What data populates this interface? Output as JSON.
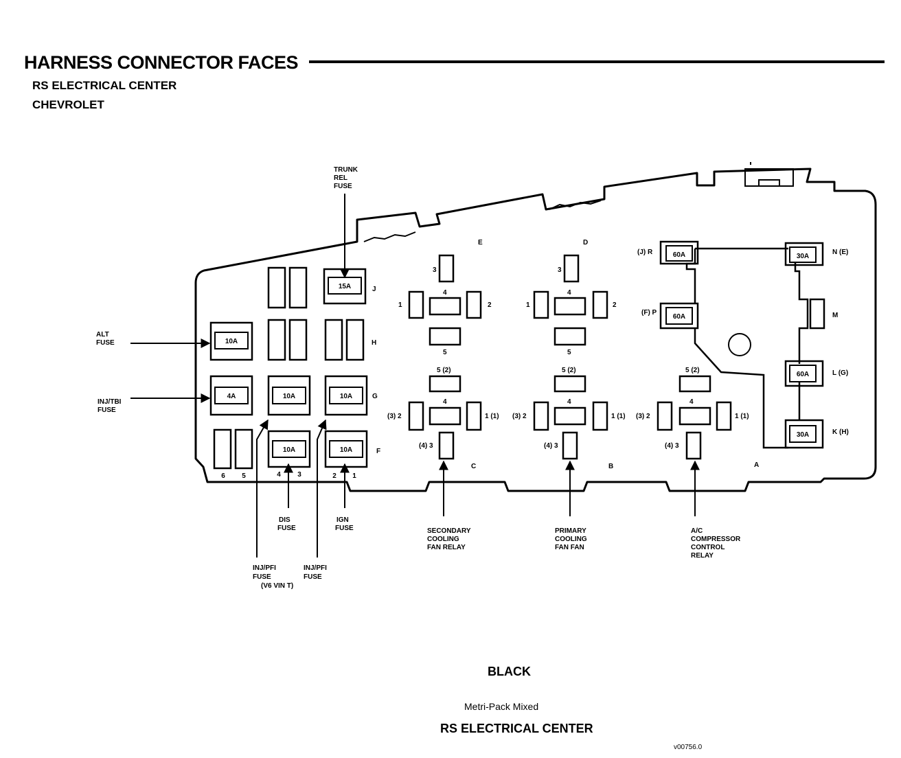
{
  "header": {
    "title": "HARNESS CONNECTOR FACES",
    "subtitle1": "RS ELECTRICAL CENTER",
    "subtitle2": "CHEVROLET"
  },
  "fuses": {
    "trunk_rel": "15A",
    "alt": "10A",
    "inj_tbi": "4A",
    "g_mid": "10A",
    "g_right": "10A",
    "dis": "10A",
    "ign": "10A"
  },
  "maxi_fuses": {
    "r": "60A",
    "p": "60A",
    "n": "30A",
    "l": "60A",
    "k": "30A"
  },
  "row_letters": {
    "j": "J",
    "h": "H",
    "g": "G",
    "f": "F"
  },
  "section_letters": {
    "e": "E",
    "d": "D",
    "c": "C",
    "b": "B",
    "a": "A"
  },
  "pin_labels": {
    "n1": "1",
    "n2": "2",
    "n3": "3",
    "n4": "4",
    "n5": "5",
    "n6": "6",
    "p5_2": "5 (2)",
    "p3_2": "(3) 2",
    "p1_1": "1 (1)",
    "p4_3": "(4) 3"
  },
  "right_labels": {
    "r": "(J) R",
    "p": "(F) P",
    "n": "N (E)",
    "m": "M",
    "l": "L (G)",
    "k": "K (H)"
  },
  "callouts": {
    "trunk": [
      "TRUNK",
      "REL",
      "FUSE"
    ],
    "alt": [
      "ALT",
      "FUSE"
    ],
    "inj_tbi": [
      "INJ/TBI",
      "FUSE"
    ],
    "dis": [
      "DIS",
      "FUSE"
    ],
    "ign": [
      "IGN",
      "FUSE"
    ],
    "injpfi_v6": [
      "INJ/PFI",
      "FUSE",
      "(V6 VIN T)"
    ],
    "injpfi": [
      "INJ/PFI",
      "FUSE"
    ],
    "secondary": [
      "SECONDARY",
      "COOLING",
      "FAN RELAY"
    ],
    "primary": [
      "PRIMARY",
      "COOLING",
      "FAN FAN"
    ],
    "ac": [
      "A/C",
      "COMPRESSOR",
      "CONTROL",
      "RELAY"
    ]
  },
  "footer": {
    "color": "BLACK",
    "type": "Metri-Pack Mixed",
    "name": "RS ELECTRICAL CENTER",
    "code": "v00756.0"
  }
}
